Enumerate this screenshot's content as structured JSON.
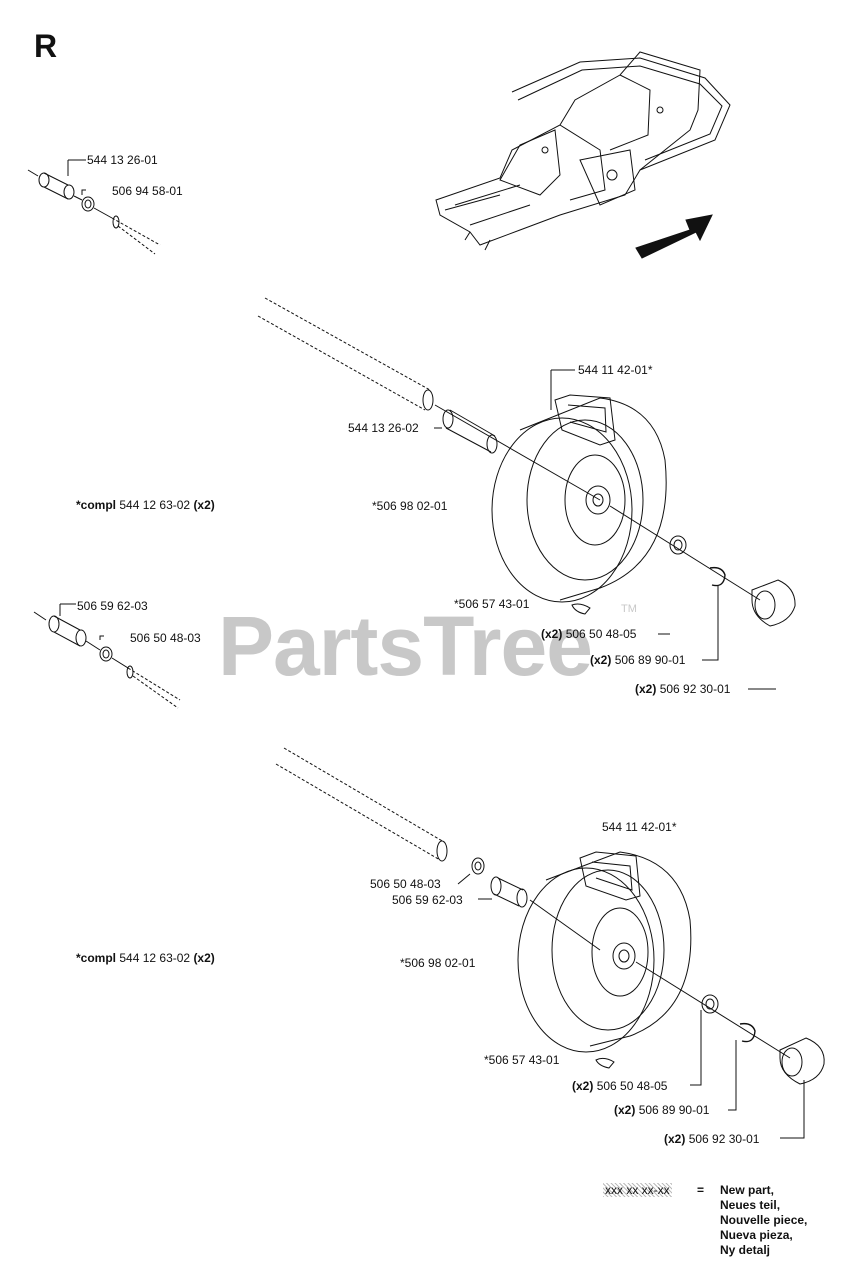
{
  "section": "R",
  "watermark": "PartsTree",
  "watermark_tm": "TM",
  "labels": {
    "top_axle_sleeve": "544 13 26-01",
    "top_axle_washer": "506 94 58-01",
    "wheel1_tire": "544 11 42-01*",
    "wheel1_spacer": "544 13 26-02",
    "wheel1_assembly": "*506 98 02-01",
    "wheel1_valve": "*506 57 43-01",
    "wheel1_washer_qty": "(x2)",
    "wheel1_washer": "506 50 48-05",
    "wheel1_clip_qty": "(x2)",
    "wheel1_clip": "506 89 90-01",
    "wheel1_cap_qty": "(x2)",
    "wheel1_cap": "506 92 30-01",
    "mid_axle_sleeve": "506 59 62-03",
    "mid_axle_washer": "506 50 48-03",
    "wheel2_tire": "544 11 42-01*",
    "wheel2_washer_inner": "506 50 48-03",
    "wheel2_spacer": "506 59 62-03",
    "wheel2_assembly": "*506 98 02-01",
    "wheel2_valve": "*506 57 43-01",
    "wheel2_washer_qty": "(x2)",
    "wheel2_washer": "506 50 48-05",
    "wheel2_clip_qty": "(x2)",
    "wheel2_clip": "506 89 90-01",
    "wheel2_cap_qty": "(x2)",
    "wheel2_cap": "506 92 30-01"
  },
  "compl": [
    {
      "prefix": "*compl",
      "part": "544 12 63-02",
      "qty": "(x2)"
    },
    {
      "prefix": "*compl",
      "part": "544 12 63-02",
      "qty": "(x2)"
    }
  ],
  "legend": {
    "key": "xxx xx xx-xx",
    "eq": "=",
    "lines": [
      "New part,",
      "Neues teil,",
      "Nouvelle piece,",
      "Nueva pieza,",
      "Ny detalj"
    ]
  }
}
